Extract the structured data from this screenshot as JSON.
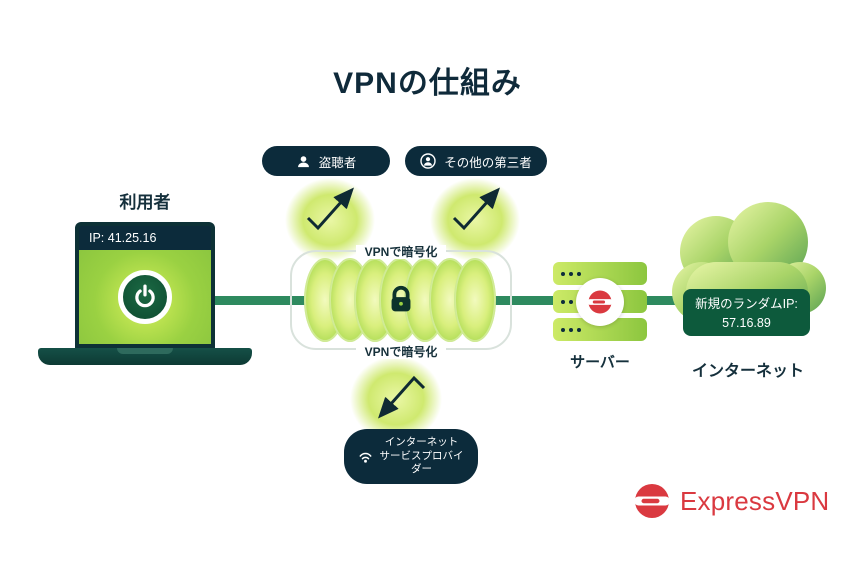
{
  "title": "VPNの仕組み",
  "user": {
    "label": "利用者",
    "ip_badge": "IP: 41.25.16"
  },
  "threat_badges": {
    "eavesdropper": {
      "label": "盗聴者",
      "icon": "spy-person-icon"
    },
    "third_party": {
      "label": "その他の第三者",
      "icon": "masked-person-icon"
    },
    "isp": {
      "lines": [
        "インターネット",
        "サービスプロバイ",
        "ダー"
      ],
      "icon": "wifi-icon"
    }
  },
  "tunnel": {
    "label_top": "VPNで暗号化",
    "label_bottom": "VPNで暗号化",
    "icon": "lock-icon"
  },
  "server": {
    "label": "サーバー"
  },
  "internet": {
    "label": "インターネット",
    "new_ip_title": "新規のランダムIP:",
    "new_ip_value": "57.16.89"
  },
  "brand": {
    "name": "ExpressVPN"
  },
  "colors": {
    "background": "#ffffff",
    "ink": "#102e3c",
    "badge_navy": "#0c2b3b",
    "line_green": "#2e8a5f",
    "screen_green": "#8cc63f",
    "coil_lime": "#d9ef7d",
    "new_ip_badge_green": "#0d5a3c",
    "brand_red": "#da3940"
  }
}
